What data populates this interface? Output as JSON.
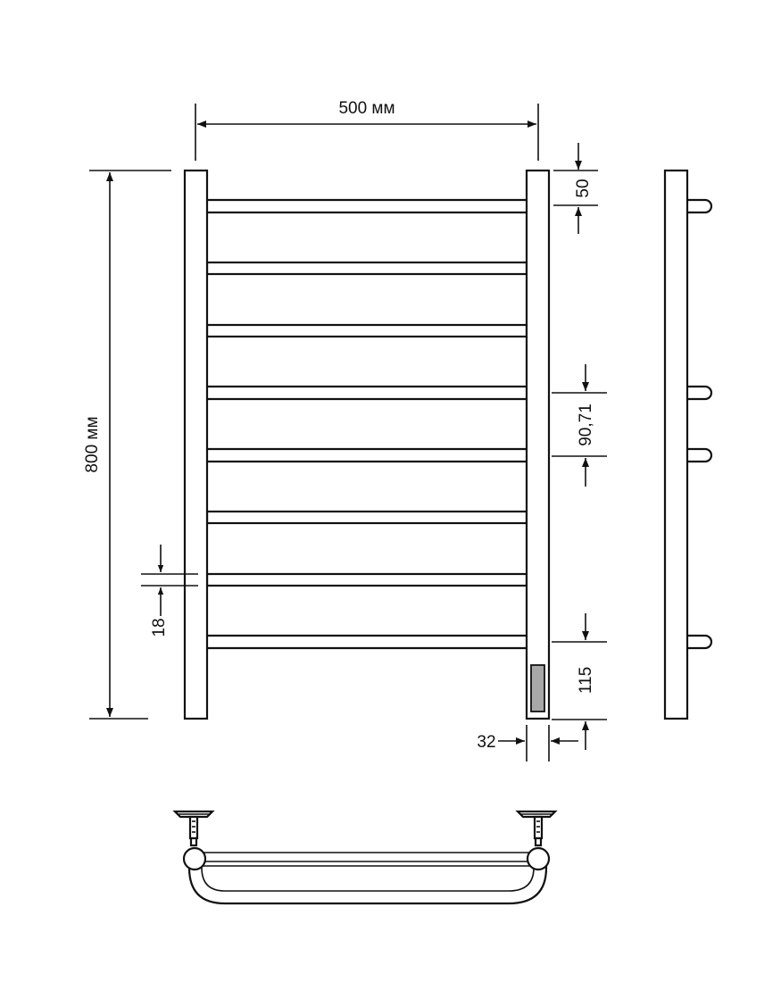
{
  "dimensions": {
    "width": "500 мм",
    "height": "800 мм",
    "top_offset": "50",
    "bar_spacing": "90,71",
    "bottom_offset": "115",
    "pipe_width": "32",
    "bar_thickness": "18"
  }
}
